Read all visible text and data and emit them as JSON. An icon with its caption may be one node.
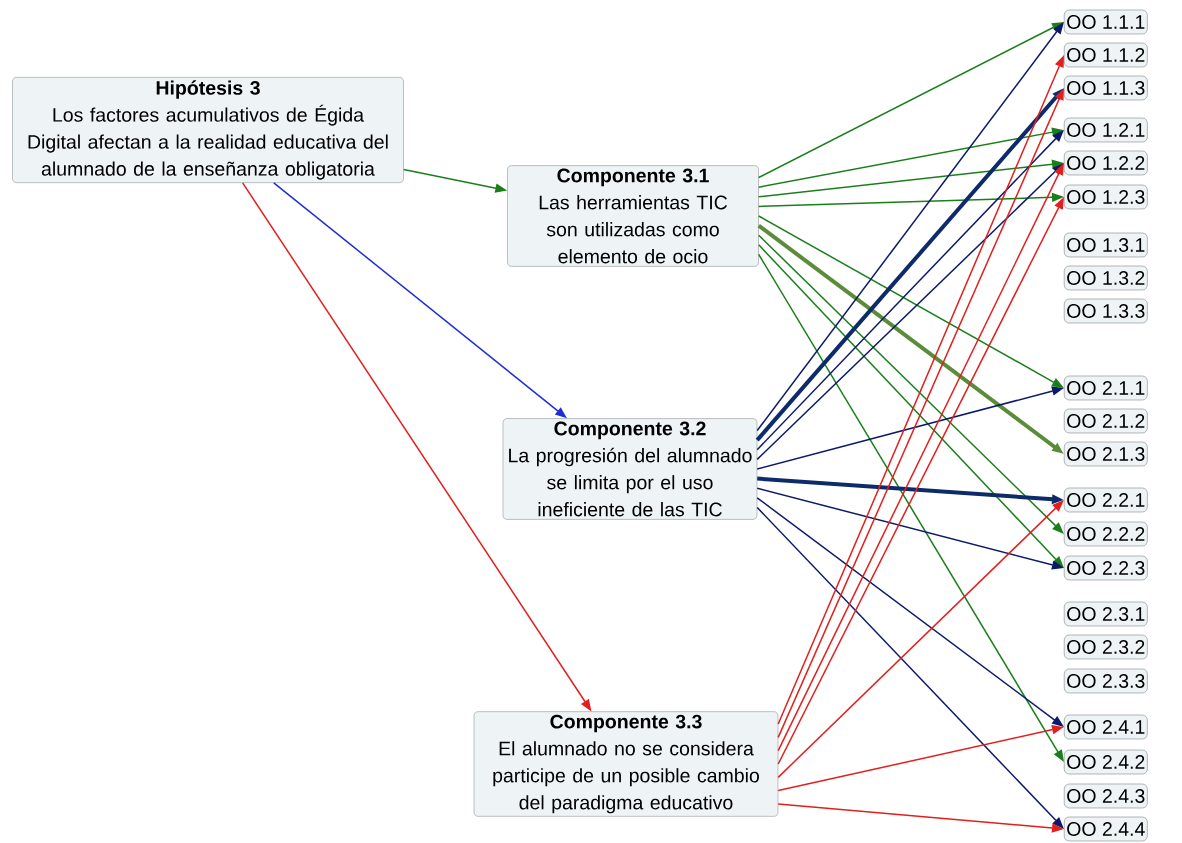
{
  "diagram": {
    "nodes": [
      {
        "text": [
          "Hipótesis 3",
          "Los factores acumulativos de Égida Digital afectan a la realidad educativa del alumnado de la enseñanza obligatoria"
        ]
      },
      {
        "text": [
          "Componente 3.1",
          "Las herramientas TIC son utilizadas como elemento de ocio"
        ]
      },
      {
        "text": [
          "Componente 3.2",
          "La progresión del alumnado se limita por el uso ineficiente de las TIC"
        ]
      },
      {
        "text": [
          "Componente 3.3",
          "El alumnado no se considera participe de un posible cambio del paradigma educativo"
        ]
      },
      {
        "text": [
          "OO 1.1.1"
        ]
      },
      {
        "text": [
          "OO 1.1.2"
        ]
      },
      {
        "text": [
          "OO 1.1.3"
        ]
      },
      {
        "text": [
          "OO 1.2.1"
        ]
      },
      {
        "text": [
          "OO 1.2.2"
        ]
      },
      {
        "text": [
          "OO 1.2.3"
        ]
      },
      {
        "text": [
          "OO 1.3.1"
        ]
      },
      {
        "text": [
          "OO 1.3.2"
        ]
      },
      {
        "text": [
          "OO 1.3.3"
        ]
      },
      {
        "text": [
          "OO 2.1.1"
        ]
      },
      {
        "text": [
          "OO 2.1.2"
        ]
      },
      {
        "text": [
          "OO 2.1.3"
        ]
      },
      {
        "text": [
          "OO 2.2.1"
        ]
      },
      {
        "text": [
          "OO 2.2.2"
        ]
      },
      {
        "text": [
          "OO 2.2.3"
        ]
      },
      {
        "text": [
          "OO 2.3.1"
        ]
      },
      {
        "text": [
          "OO 2.3.2"
        ]
      },
      {
        "text": [
          "OO 2.3.3"
        ]
      },
      {
        "text": [
          "OO 2.4.1"
        ]
      },
      {
        "text": [
          "OO 2.4.2"
        ]
      },
      {
        "text": [
          "OO 2.4.3"
        ]
      },
      {
        "text": [
          "OO 2.4.4"
        ]
      }
    ],
    "edges": [
      {
        "from": 0,
        "to": 1,
        "arrow": "to",
        "color": "#1a7f1a"
      },
      {
        "from": 0,
        "to": 2,
        "arrow": "to",
        "color": "#1f2fd0"
      },
      {
        "from": 0,
        "to": 3,
        "arrow": "to",
        "color": "#e0201e"
      },
      {
        "from": 1,
        "to": 4,
        "arrow": "to",
        "color": "#1a7f1a"
      },
      {
        "from": 1,
        "to": 7,
        "arrow": "to",
        "color": "#1a7f1a"
      },
      {
        "from": 1,
        "to": 8,
        "arrow": "to",
        "color": "#1a7f1a"
      },
      {
        "from": 1,
        "to": 9,
        "arrow": "to",
        "color": "#1a7f1a"
      },
      {
        "from": 1,
        "to": 13,
        "arrow": "to",
        "color": "#1a7f1a"
      },
      {
        "from": 1,
        "to": 15,
        "arrow": "to",
        "style": "thick",
        "color": "#5b8c3a"
      },
      {
        "from": 1,
        "to": 17,
        "arrow": "to",
        "color": "#1a7f1a"
      },
      {
        "from": 1,
        "to": 18,
        "arrow": "to",
        "color": "#1a7f1a"
      },
      {
        "from": 1,
        "to": 23,
        "arrow": "to",
        "color": "#1a7f1a"
      },
      {
        "from": 2,
        "to": 4,
        "arrow": "to",
        "color": "#0d1a6b"
      },
      {
        "from": 2,
        "to": 6,
        "arrow": "to",
        "style": "thick",
        "color": "#0d2a6b"
      },
      {
        "from": 2,
        "to": 7,
        "arrow": "to",
        "color": "#0d1a6b"
      },
      {
        "from": 2,
        "to": 8,
        "arrow": "to",
        "color": "#0d1a6b"
      },
      {
        "from": 2,
        "to": 13,
        "arrow": "to",
        "color": "#0d1a6b"
      },
      {
        "from": 2,
        "to": 16,
        "arrow": "to",
        "style": "thick",
        "color": "#0d2a6b"
      },
      {
        "from": 2,
        "to": 18,
        "arrow": "to",
        "color": "#0d1a6b"
      },
      {
        "from": 2,
        "to": 22,
        "arrow": "to",
        "color": "#0d1a6b"
      },
      {
        "from": 2,
        "to": 25,
        "arrow": "to",
        "color": "#0d1a6b"
      },
      {
        "from": 3,
        "to": 5,
        "arrow": "to",
        "color": "#e0201e"
      },
      {
        "from": 3,
        "to": 6,
        "arrow": "to",
        "color": "#e0201e"
      },
      {
        "from": 3,
        "to": 8,
        "arrow": "to",
        "color": "#e0201e"
      },
      {
        "from": 3,
        "to": 9,
        "arrow": "to",
        "color": "#e0201e"
      },
      {
        "from": 3,
        "to": 16,
        "arrow": "to",
        "color": "#e0201e"
      },
      {
        "from": 3,
        "to": 22,
        "arrow": "to",
        "color": "#e0201e"
      },
      {
        "from": 3,
        "to": 25,
        "arrow": "to",
        "color": "#e0201e"
      }
    ]
  }
}
